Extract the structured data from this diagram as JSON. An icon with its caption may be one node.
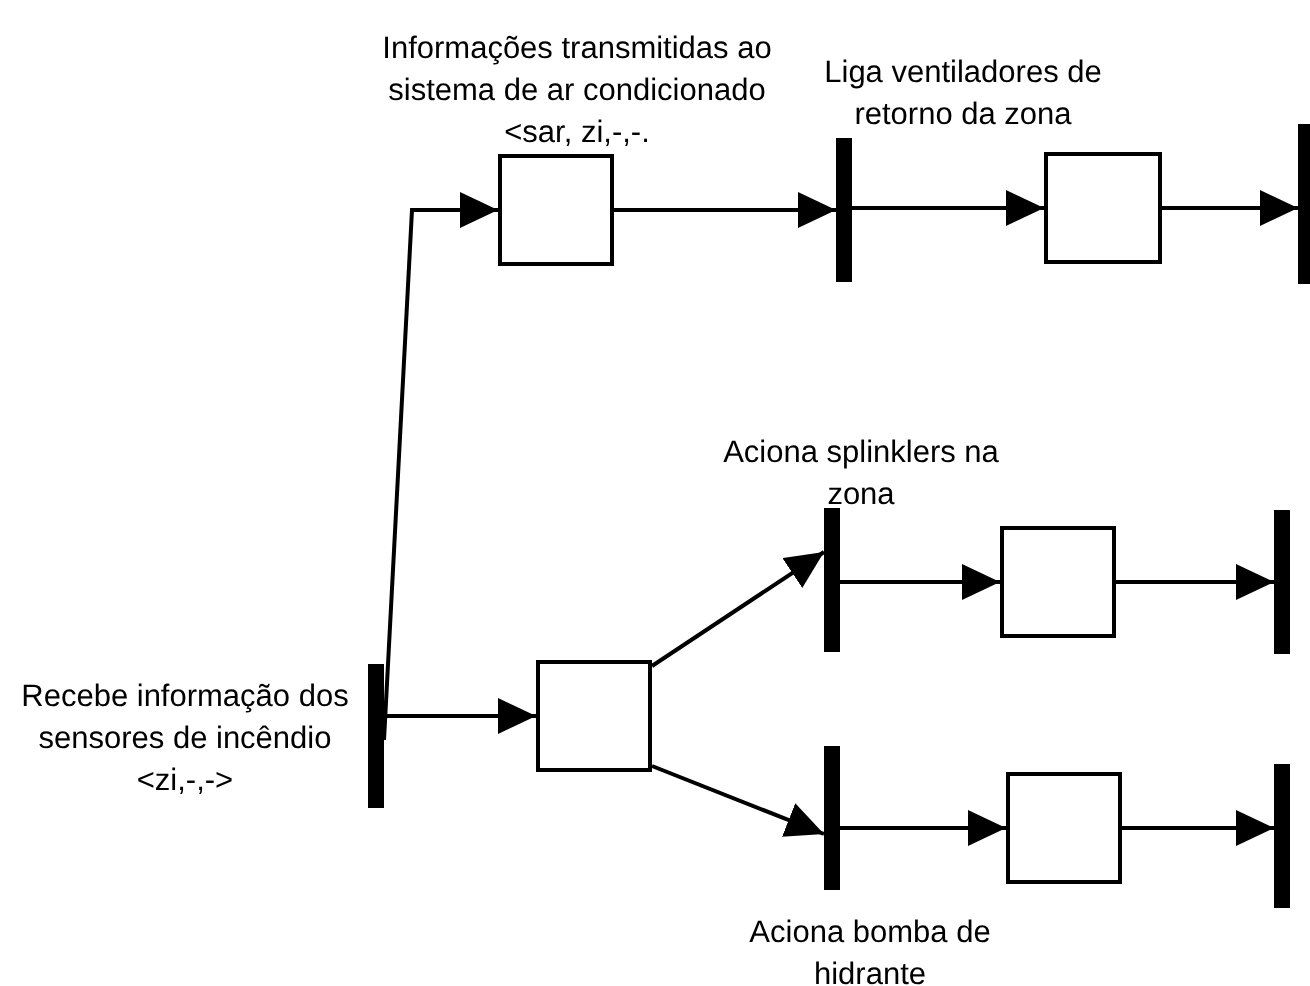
{
  "diagram": {
    "nodes": [
      {
        "text": [],
        "shape": "box",
        "beside": [
          "Informações transmitidas ao sistema de ar condicionado <sar, zi,-,-."
        ]
      },
      {
        "text": [],
        "shape": "bar",
        "beside": [
          "Liga ventiladores de retorno da zona"
        ]
      },
      {
        "text": [],
        "shape": "box"
      },
      {
        "text": [],
        "shape": "bar"
      },
      {
        "text": [],
        "shape": "bar",
        "beside": [
          "Aciona splinklers na zona"
        ]
      },
      {
        "text": [],
        "shape": "box"
      },
      {
        "text": [],
        "shape": "bar"
      },
      {
        "text": [],
        "shape": "bar",
        "beside": [
          "Recebe informação dos sensores de incêndio <zi,-,->"
        ]
      },
      {
        "text": [],
        "shape": "box"
      },
      {
        "text": [],
        "shape": "bar",
        "beside": [
          "Aciona bomba de hidrante"
        ]
      },
      {
        "text": [],
        "shape": "box"
      },
      {
        "text": [],
        "shape": "bar"
      }
    ],
    "edges": [
      {
        "from": 7,
        "to": 0,
        "arrow": "to"
      },
      {
        "from": 0,
        "to": 1,
        "arrow": "to"
      },
      {
        "from": 1,
        "to": 2,
        "arrow": "to"
      },
      {
        "from": 2,
        "to": 3,
        "arrow": "to"
      },
      {
        "from": 7,
        "to": 8,
        "arrow": "to"
      },
      {
        "from": 8,
        "to": 4,
        "arrow": "to"
      },
      {
        "from": 8,
        "to": 9,
        "arrow": "to"
      },
      {
        "from": 4,
        "to": 5,
        "arrow": "to"
      },
      {
        "from": 5,
        "to": 6,
        "arrow": "to"
      },
      {
        "from": 9,
        "to": 10,
        "arrow": "to"
      },
      {
        "from": 10,
        "to": 11,
        "arrow": "to"
      }
    ]
  }
}
